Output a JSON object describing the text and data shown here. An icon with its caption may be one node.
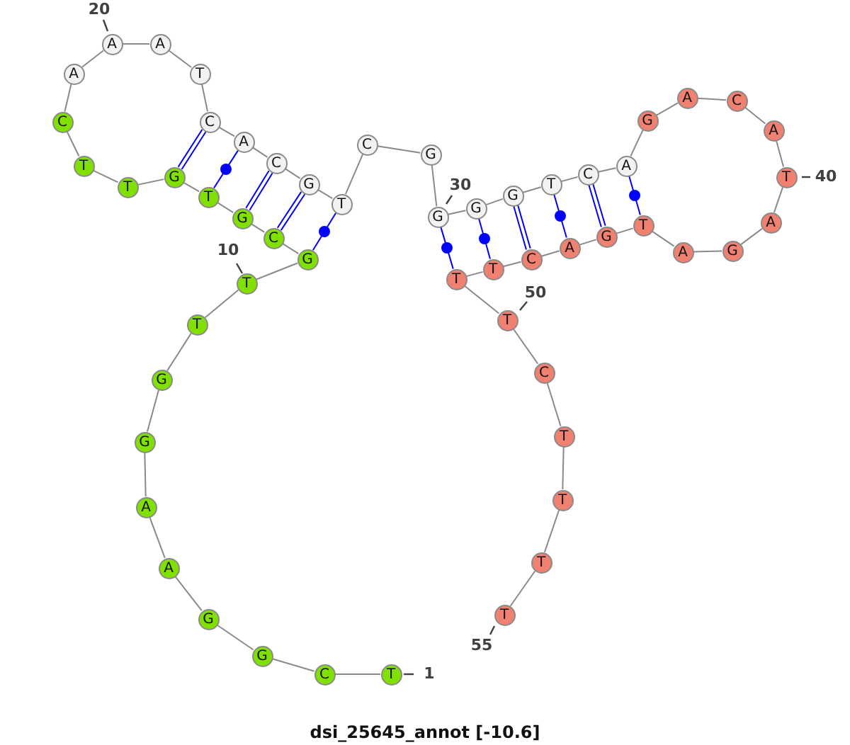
{
  "diagram": {
    "title": "dsi_25645_annot [-10.6]",
    "nodes": [
      {
        "text": [
          "T"
        ],
        "beside": [
          "1"
        ]
      },
      {
        "text": [
          "C"
        ]
      },
      {
        "text": [
          "G"
        ]
      },
      {
        "text": [
          "G"
        ]
      },
      {
        "text": [
          "A"
        ]
      },
      {
        "text": [
          "A"
        ]
      },
      {
        "text": [
          "G"
        ]
      },
      {
        "text": [
          "G"
        ]
      },
      {
        "text": [
          "T"
        ]
      },
      {
        "text": [
          "T"
        ],
        "beside": [
          "10"
        ]
      },
      {
        "text": [
          "G"
        ]
      },
      {
        "text": [
          "C"
        ]
      },
      {
        "text": [
          "G"
        ]
      },
      {
        "text": [
          "T"
        ]
      },
      {
        "text": [
          "G"
        ]
      },
      {
        "text": [
          "T"
        ]
      },
      {
        "text": [
          "T"
        ]
      },
      {
        "text": [
          "C"
        ]
      },
      {
        "text": [
          "A"
        ]
      },
      {
        "text": [
          "A"
        ],
        "beside": [
          "20"
        ]
      },
      {
        "text": [
          "A"
        ]
      },
      {
        "text": [
          "T"
        ]
      },
      {
        "text": [
          "C"
        ]
      },
      {
        "text": [
          "A"
        ]
      },
      {
        "text": [
          "C"
        ]
      },
      {
        "text": [
          "G"
        ]
      },
      {
        "text": [
          "T"
        ]
      },
      {
        "text": [
          "C"
        ]
      },
      {
        "text": [
          "G"
        ]
      },
      {
        "text": [
          "G"
        ],
        "beside": [
          "30"
        ]
      },
      {
        "text": [
          "G"
        ]
      },
      {
        "text": [
          "G"
        ]
      },
      {
        "text": [
          "T"
        ]
      },
      {
        "text": [
          "C"
        ]
      },
      {
        "text": [
          "A"
        ]
      },
      {
        "text": [
          "G"
        ]
      },
      {
        "text": [
          "A"
        ]
      },
      {
        "text": [
          "C"
        ]
      },
      {
        "text": [
          "A"
        ]
      },
      {
        "text": [
          "T"
        ],
        "beside": [
          "40"
        ]
      },
      {
        "text": [
          "A"
        ]
      },
      {
        "text": [
          "G"
        ]
      },
      {
        "text": [
          "A"
        ]
      },
      {
        "text": [
          "T"
        ]
      },
      {
        "text": [
          "G"
        ]
      },
      {
        "text": [
          "A"
        ]
      },
      {
        "text": [
          "C"
        ]
      },
      {
        "text": [
          "T"
        ]
      },
      {
        "text": [
          "T"
        ]
      },
      {
        "text": [
          "T"
        ],
        "beside": [
          "50"
        ]
      },
      {
        "text": [
          "C"
        ]
      },
      {
        "text": [
          "T"
        ]
      },
      {
        "text": [
          "T"
        ]
      },
      {
        "text": [
          "T"
        ]
      },
      {
        "text": [
          "T"
        ],
        "beside": [
          "55"
        ]
      }
    ],
    "edges": [
      {
        "from": 0,
        "to": 1,
        "arrow": "none"
      },
      {
        "from": 1,
        "to": 2,
        "arrow": "none"
      },
      {
        "from": 2,
        "to": 3,
        "arrow": "none"
      },
      {
        "from": 3,
        "to": 4,
        "arrow": "none"
      },
      {
        "from": 4,
        "to": 5,
        "arrow": "none"
      },
      {
        "from": 5,
        "to": 6,
        "arrow": "none"
      },
      {
        "from": 6,
        "to": 7,
        "arrow": "none"
      },
      {
        "from": 7,
        "to": 8,
        "arrow": "none"
      },
      {
        "from": 8,
        "to": 9,
        "arrow": "none"
      },
      {
        "from": 9,
        "to": 10,
        "arrow": "none"
      },
      {
        "from": 10,
        "to": 11,
        "arrow": "none"
      },
      {
        "from": 11,
        "to": 12,
        "arrow": "none"
      },
      {
        "from": 12,
        "to": 13,
        "arrow": "none"
      },
      {
        "from": 13,
        "to": 14,
        "arrow": "none"
      },
      {
        "from": 14,
        "to": 15,
        "arrow": "none"
      },
      {
        "from": 15,
        "to": 16,
        "arrow": "none"
      },
      {
        "from": 16,
        "to": 17,
        "arrow": "none"
      },
      {
        "from": 17,
        "to": 18,
        "arrow": "none"
      },
      {
        "from": 18,
        "to": 19,
        "arrow": "none"
      },
      {
        "from": 19,
        "to": 20,
        "arrow": "none"
      },
      {
        "from": 20,
        "to": 21,
        "arrow": "none"
      },
      {
        "from": 21,
        "to": 22,
        "arrow": "none"
      },
      {
        "from": 22,
        "to": 23,
        "arrow": "none"
      },
      {
        "from": 23,
        "to": 24,
        "arrow": "none"
      },
      {
        "from": 24,
        "to": 25,
        "arrow": "none"
      },
      {
        "from": 25,
        "to": 26,
        "arrow": "none"
      },
      {
        "from": 26,
        "to": 27,
        "arrow": "none"
      },
      {
        "from": 27,
        "to": 28,
        "arrow": "none"
      },
      {
        "from": 28,
        "to": 29,
        "arrow": "none"
      },
      {
        "from": 29,
        "to": 30,
        "arrow": "none"
      },
      {
        "from": 30,
        "to": 31,
        "arrow": "none"
      },
      {
        "from": 31,
        "to": 32,
        "arrow": "none"
      },
      {
        "from": 32,
        "to": 33,
        "arrow": "none"
      },
      {
        "from": 33,
        "to": 34,
        "arrow": "none"
      },
      {
        "from": 34,
        "to": 35,
        "arrow": "none"
      },
      {
        "from": 35,
        "to": 36,
        "arrow": "none"
      },
      {
        "from": 36,
        "to": 37,
        "arrow": "none"
      },
      {
        "from": 37,
        "to": 38,
        "arrow": "none"
      },
      {
        "from": 38,
        "to": 39,
        "arrow": "none"
      },
      {
        "from": 39,
        "to": 40,
        "arrow": "none"
      },
      {
        "from": 40,
        "to": 41,
        "arrow": "none"
      },
      {
        "from": 41,
        "to": 42,
        "arrow": "none"
      },
      {
        "from": 42,
        "to": 43,
        "arrow": "none"
      },
      {
        "from": 43,
        "to": 44,
        "arrow": "none"
      },
      {
        "from": 44,
        "to": 45,
        "arrow": "none"
      },
      {
        "from": 45,
        "to": 46,
        "arrow": "none"
      },
      {
        "from": 46,
        "to": 47,
        "arrow": "none"
      },
      {
        "from": 47,
        "to": 48,
        "arrow": "none"
      },
      {
        "from": 48,
        "to": 49,
        "arrow": "none"
      },
      {
        "from": 49,
        "to": 50,
        "arrow": "none"
      },
      {
        "from": 50,
        "to": 51,
        "arrow": "none"
      },
      {
        "from": 51,
        "to": 52,
        "arrow": "none"
      },
      {
        "from": 52,
        "to": 53,
        "arrow": "none"
      },
      {
        "from": 53,
        "to": 54,
        "arrow": "none"
      },
      {
        "from": 10,
        "to": 26,
        "arrow": "none",
        "color": "#0000ff"
      },
      {
        "from": 11,
        "to": 25,
        "arrow": "none",
        "color": "#0000ff"
      },
      {
        "from": 12,
        "to": 24,
        "arrow": "none",
        "color": "#0000ff"
      },
      {
        "from": 13,
        "to": 23,
        "arrow": "none",
        "color": "#0000ff"
      },
      {
        "from": 14,
        "to": 22,
        "arrow": "none",
        "color": "#0000ff"
      },
      {
        "from": 29,
        "to": 48,
        "arrow": "none",
        "color": "#0000ff"
      },
      {
        "from": 30,
        "to": 47,
        "arrow": "none",
        "color": "#0000ff"
      },
      {
        "from": 31,
        "to": 46,
        "arrow": "none",
        "color": "#0000ff"
      },
      {
        "from": 32,
        "to": 45,
        "arrow": "none",
        "color": "#0000ff"
      },
      {
        "from": 33,
        "to": 44,
        "arrow": "none",
        "color": "#0000ff"
      },
      {
        "from": 34,
        "to": 43,
        "arrow": "none",
        "color": "#0000ff"
      }
    ]
  }
}
